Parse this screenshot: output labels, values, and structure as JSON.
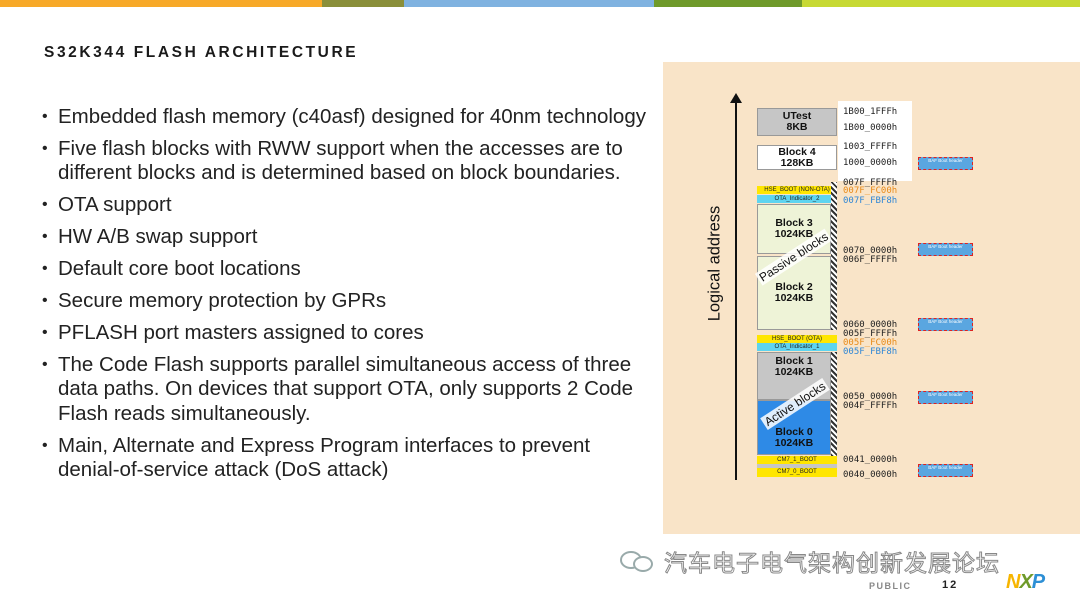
{
  "colors": {
    "topbar": [
      "#f7a928",
      "#8a8f3a",
      "#7fb2e0",
      "#6f9a2a",
      "#c7d934"
    ],
    "panel": "#f9e4c8",
    "passive_block": "#eef3d7",
    "active_block": "#2e8ae6",
    "gray_block": "#c6c6c6",
    "yellow_strip": "#ffe600",
    "cyan_strip": "#5ed4f0"
  },
  "slide": {
    "title": "S32K344 FLASH ARCHITECTURE",
    "bullets": [
      "Embedded flash memory (c40asf) designed for 40nm technology",
      "Five flash blocks with RWW support when the accesses are to different blocks and is determined based on block boundaries.",
      "OTA support",
      "HW A/B swap support",
      "Default core boot locations",
      "Secure memory protection by GPRs",
      "PFLASH port masters assigned to cores",
      "The Code Flash supports parallel simultaneous access of three data paths. On devices that support OTA, only supports 2 Code Flash reads simultaneously.",
      "Main, Alternate and Express Program interfaces to prevent denial-of-service attack (DoS attack)"
    ]
  },
  "diagram": {
    "axis_label": "Logical address",
    "blocks": {
      "utest": [
        "UTest",
        "8KB"
      ],
      "block4": [
        "Block 4",
        "128KB"
      ],
      "block3": [
        "Block 3",
        "1024KB"
      ],
      "block2": [
        "Block 2",
        "1024KB"
      ],
      "block1": [
        "Block 1",
        "1024KB"
      ],
      "block0": [
        "Block 0",
        "1024KB"
      ]
    },
    "strips": {
      "hse_boot_non_ota": "HSE_BOOT (NON-OTA)",
      "ota_indicator_2": "OTA_Indicator_2",
      "hse_boot_ota": "HSE_BOOT (OTA)",
      "ota_indicator_1": "OTA_Indicator_1",
      "cm7_1_boot": "CM7_1_BOOT",
      "cm7_0_boot": "CM7_0_BOOT"
    },
    "passive_label": "Passive blocks",
    "active_label": "Active blocks",
    "addresses": [
      "1B00_1FFFh",
      "1B00_0000h",
      "1003_FFFFh",
      "1000_0000h",
      "007F_FFFFh",
      "007F_FC00h",
      "007F_FBF8h",
      "0070_0000h",
      "006F_FFFFh",
      "0060_0000h",
      "005F_FFFFh",
      "005F_FC00h",
      "005F_FBF8h",
      "0050_0000h",
      "004F_FFFFh",
      "0041_0000h",
      "0040_0000h"
    ],
    "boot_header": "BAF Boot header"
  },
  "watermark": "汽车电子电气架构创新发展论坛",
  "footer": {
    "classification": "PUBLIC",
    "page": "12"
  },
  "logo": {
    "n": "N",
    "x": "X",
    "p": "P"
  }
}
